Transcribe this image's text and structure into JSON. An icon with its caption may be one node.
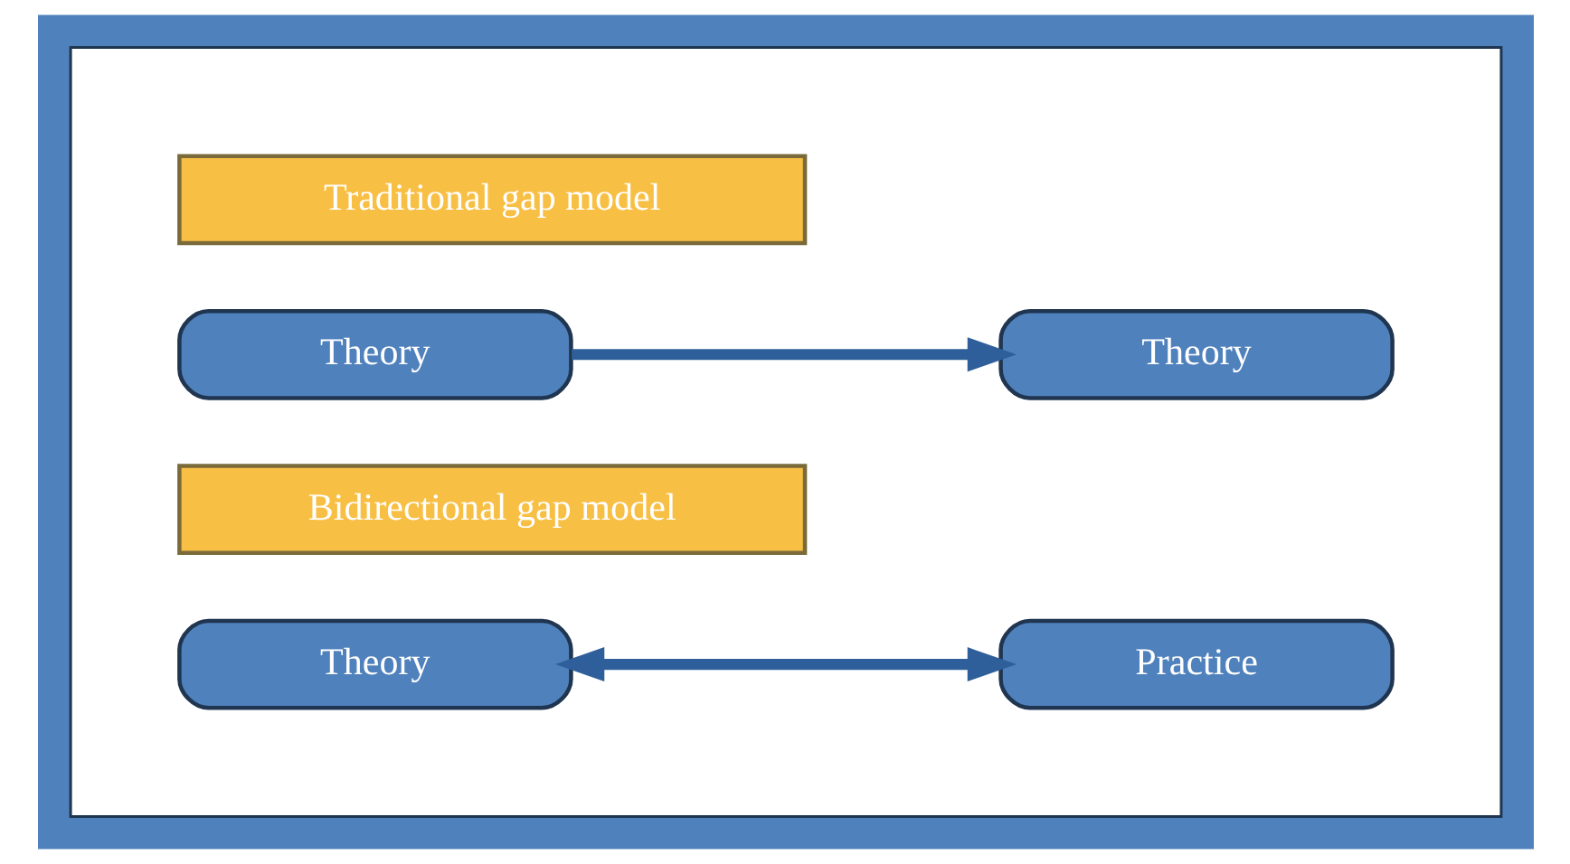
{
  "diagram": {
    "nodes": [
      {
        "text": [],
        "shape": "box"
      },
      {
        "text": [
          "Traditional gap model"
        ],
        "in": 0
      },
      {
        "text": [
          "Theory"
        ],
        "in": 0
      },
      {
        "text": [
          "Theory"
        ],
        "in": 0
      },
      {
        "text": [
          "Bidirectional gap model"
        ],
        "in": 0
      },
      {
        "text": [
          "Theory"
        ],
        "in": 0
      },
      {
        "text": [
          "Practice"
        ],
        "in": 0
      }
    ],
    "edges": [
      {
        "from": 2,
        "to": 3,
        "arrow": "to"
      },
      {
        "from": 5,
        "to": 6,
        "arrow": "both"
      }
    ]
  }
}
